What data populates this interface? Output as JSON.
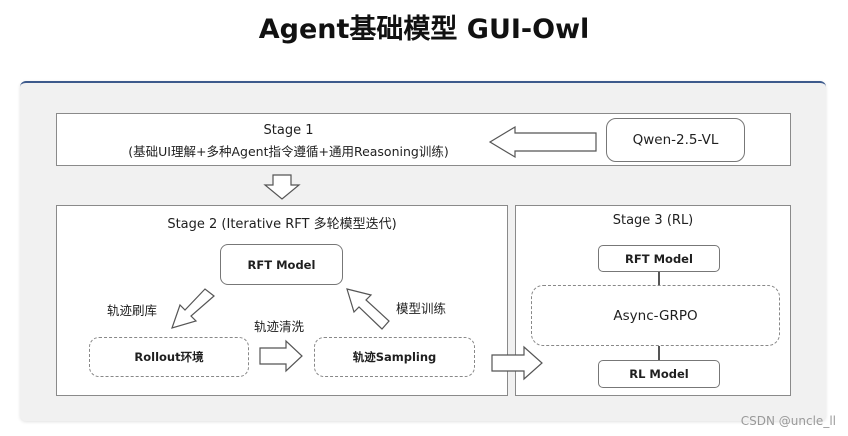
{
  "title": "Agent基础模型 GUI-Owl",
  "stage1": {
    "title": "Stage 1",
    "subtitle": "(基础UI理解+多种Agent指令遵循+通用Reasoning训练)",
    "source_model": "Qwen-2.5-VL"
  },
  "stage2": {
    "title": "Stage 2 (Iterative RFT 多轮模型迭代)",
    "rft_model": "RFT Model",
    "rollout": "Rollout环境",
    "sampling": "轨迹Sampling",
    "label_refresh": "轨迹刷库",
    "label_clean": "轨迹清洗",
    "label_train": "模型训练"
  },
  "stage3": {
    "title": "Stage 3 (RL)",
    "rft_model": "RFT Model",
    "algorithm": "Async-GRPO",
    "rl_model": "RL Model"
  },
  "watermark": "CSDN @uncle_ll"
}
